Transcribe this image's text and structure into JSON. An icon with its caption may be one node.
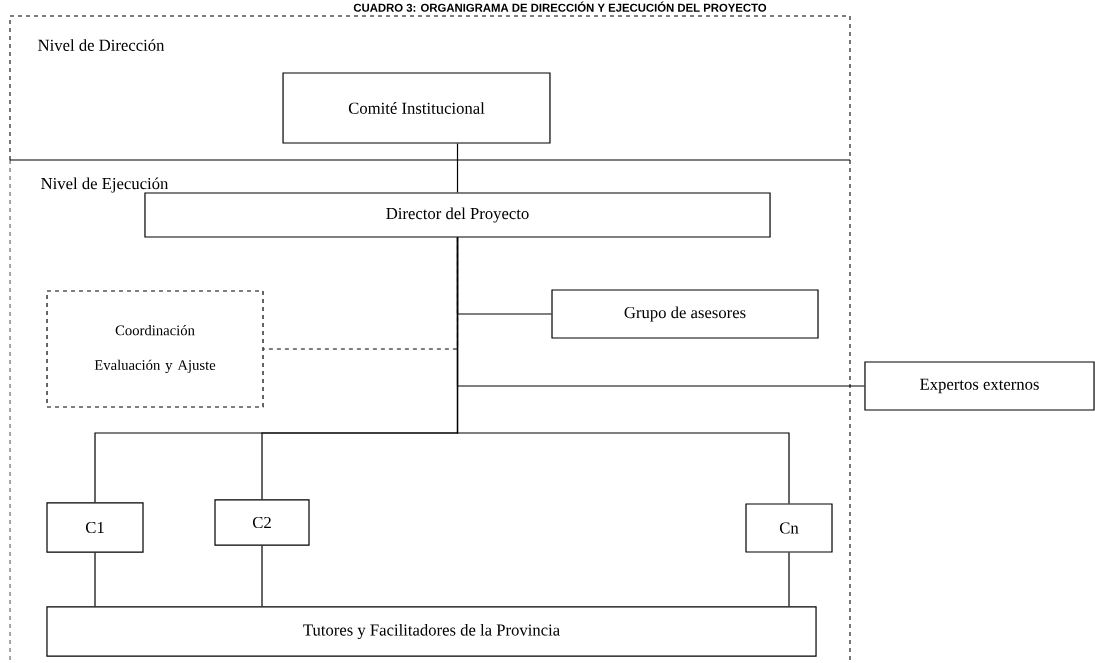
{
  "diagram": {
    "title": "CUADRO 3: ORGANIGRAMA DE DIRECCIÓN Y EJECUCIÓN DEL PROYECTO",
    "nodes": [
      {
        "text": [
          "Nivel de Dirección"
        ]
      },
      {
        "text": [
          "Comité Institucional"
        ],
        "in": 0
      },
      {
        "text": [
          "Nivel de Ejecución"
        ]
      },
      {
        "text": [
          "Director del Proyecto"
        ],
        "in": 2
      },
      {
        "text": [
          "Coordinación Evaluación y Ajuste"
        ],
        "in": 2
      },
      {
        "text": [
          "Grupo de asesores"
        ],
        "in": 2
      },
      {
        "text": [
          "Expertos externos"
        ]
      },
      {
        "text": [
          "C1"
        ],
        "in": 2
      },
      {
        "text": [
          "C2"
        ],
        "in": 2
      },
      {
        "text": [
          "Cn"
        ],
        "in": 2
      },
      {
        "text": [
          "Tutores y Facilitadores de la Provincia"
        ],
        "in": 2
      }
    ],
    "edges": [
      {
        "from": 1,
        "to": 3,
        "arrow": "none"
      },
      {
        "from": 3,
        "to": 5,
        "arrow": "none"
      },
      {
        "from": 3,
        "to": 4,
        "arrow": "none",
        "style": "dashed"
      },
      {
        "from": 3,
        "to": 6,
        "arrow": "none"
      },
      {
        "from": 3,
        "to": 7,
        "arrow": "none"
      },
      {
        "from": 3,
        "to": 8,
        "arrow": "none"
      },
      {
        "from": 3,
        "to": 9,
        "arrow": "none"
      },
      {
        "from": 7,
        "to": 10,
        "arrow": "none"
      },
      {
        "from": 8,
        "to": 10,
        "arrow": "none"
      },
      {
        "from": 9,
        "to": 10,
        "arrow": "none"
      }
    ]
  }
}
